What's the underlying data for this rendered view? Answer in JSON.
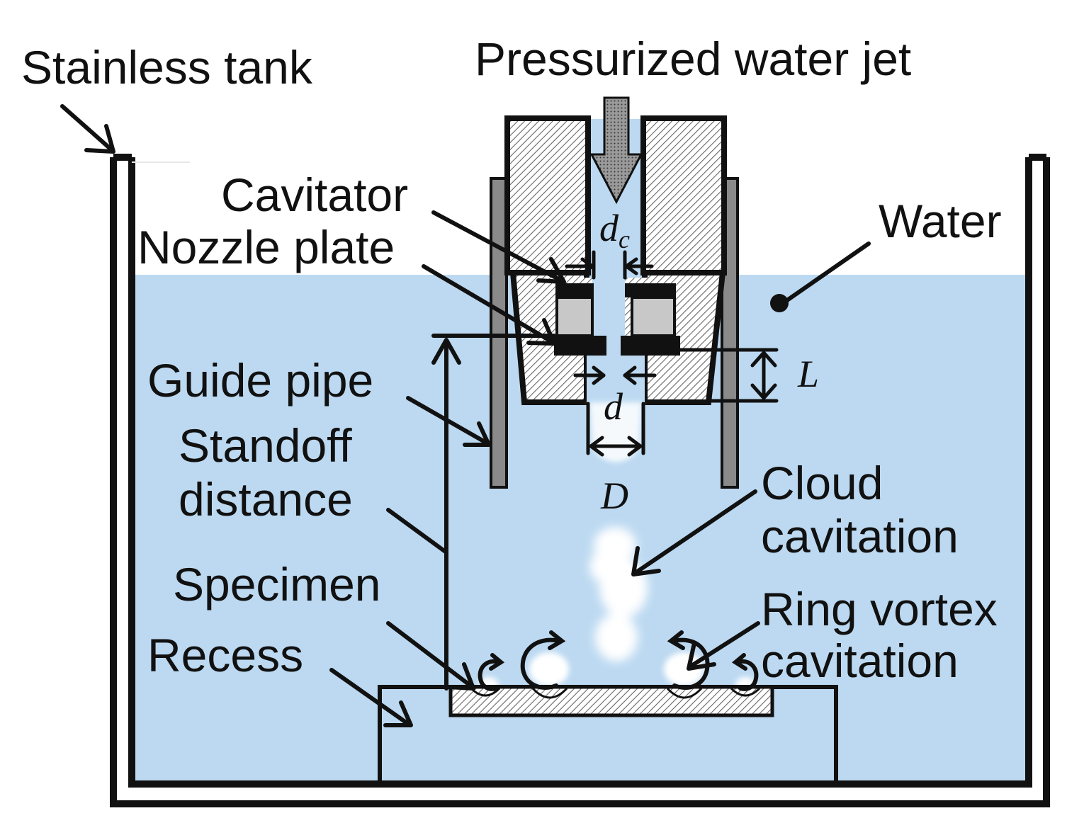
{
  "labels": {
    "stainless_tank": "Stainless tank",
    "pressurized_water_jet": "Pressurized water jet",
    "cavitator": "Cavitator",
    "nozzle_plate": "Nozzle plate",
    "water": "Water",
    "guide_pipe": "Guide pipe",
    "standoff_line1": "Standoff",
    "standoff_line2": "distance",
    "cloud_line1": "Cloud",
    "cloud_line2": "cavitation",
    "specimen": "Specimen",
    "ring_line1": "Ring vortex",
    "ring_line2": "cavitation",
    "recess": "Recess"
  },
  "symbols": {
    "dc_main": "d",
    "dc_sub": "c",
    "L": "L",
    "d": "d",
    "D": "D"
  },
  "colors": {
    "water": "#bcd9f1",
    "outline": "#111111",
    "guide_pipe": "#8a8a8a",
    "cavitator_block": "#c8c8c8",
    "cavitation": "#ffffff"
  }
}
